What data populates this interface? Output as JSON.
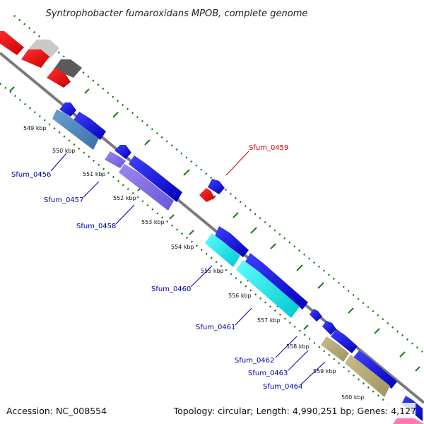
{
  "title": "Syntrophobacter fumaroxidans MPOB, complete genome",
  "footer": {
    "accession": "Accession: NC_008554",
    "topology": "Topology: circular; Length: 4,990,251 bp; Genes: 4,127"
  },
  "kbp_ticks": [
    "549 kbp",
    "550 kbp",
    "551 kbp",
    "552 kbp",
    "553 kbp",
    "554 kbp",
    "555 kbp",
    "556 kbp",
    "557 kbp",
    "558 kbp",
    "559 kbp",
    "560 kbp"
  ],
  "gene_labels": [
    {
      "name": "Sfum_0456",
      "color": "#0000aa"
    },
    {
      "name": "Sfum_0457",
      "color": "#0000aa"
    },
    {
      "name": "Sfum_0458",
      "color": "#0000aa"
    },
    {
      "name": "Sfum_0459",
      "color": "#cc0000"
    },
    {
      "name": "Sfum_0460",
      "color": "#0000aa"
    },
    {
      "name": "Sfum_0461",
      "color": "#0000aa"
    },
    {
      "name": "Sfum_0462",
      "color": "#0000aa"
    },
    {
      "name": "Sfum_0463",
      "color": "#0000aa"
    },
    {
      "name": "Sfum_0464",
      "color": "#0000aa"
    }
  ],
  "colors": {
    "backbone": "#888888",
    "gc_marks": "#1a7a1a",
    "blue_gene": "#0000dd",
    "red_gene": "#ee0000",
    "cyan_gene": "#00dddd",
    "steel_gene": "#4682b4",
    "slate_gene": "#7b68ee",
    "olive_gene": "#b5a97a"
  }
}
